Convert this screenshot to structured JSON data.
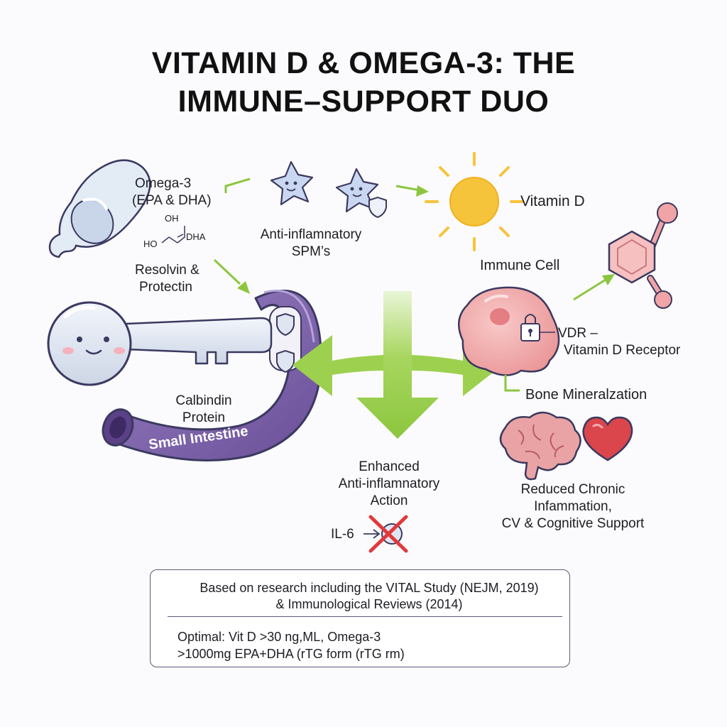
{
  "title": {
    "line1": "VITAMIN D & OMEGA-3: THE",
    "line2": "IMMUNE–SUPPORT DUO"
  },
  "omega3": {
    "name": "Omega-3",
    "subtitle": "(EPA & DHA)",
    "chem_oh": "OH",
    "chem_ho": "HO",
    "chem_dha": "DHA",
    "metabolites_line1": "Resolvin &",
    "metabolites_line2": "Protectin"
  },
  "spm": {
    "line1": "Anti-inflamnatory",
    "line2": "SPM’s"
  },
  "vitamin_d": {
    "label": "Vitamin D"
  },
  "immune": {
    "cell_label": "Immune Cell",
    "vdr_line1": "VDR –",
    "vdr_line2": "Vitamin D Receptor",
    "bone": "Bone Mineralzation"
  },
  "intestine": {
    "protein_line1": "Calbindin",
    "protein_line2": "Protein",
    "organ": "Small Intestine"
  },
  "enhanced": {
    "line1": "Enhanced",
    "line2": "Anti-inflamnatory",
    "line3": "Action",
    "il6": "IL-6"
  },
  "outcomes": {
    "line1": "Reduced Chronic",
    "line2": "Infammation,",
    "line3": "CV & Cognitive Support"
  },
  "reference": {
    "line1": "Based on research including the VITAL Study (NEJM, 2019)",
    "line2": "& Immunological Reviews (2014)",
    "dose_line1": "Optimal: Vit D >30 ng,ML, Omega-3",
    "dose_line2": ">1000mg EPA+DHA (rTG form (rTG rm)"
  },
  "colors": {
    "intestine_purple": "#7a5fa8",
    "arrow_green": "#8cc63f",
    "sun_yellow": "#f6c43a",
    "cell_pink": "#f1a3a6",
    "key_blue": "#dfe6f2",
    "heart_red": "#d9434a",
    "brain_pink": "#e59a9b",
    "outline": "#3b3960"
  },
  "icons": [
    "capsule-icon",
    "star-cell-icon",
    "sun-icon",
    "molecule-icon",
    "key-icon",
    "shield-icon",
    "lock-icon",
    "brain-icon",
    "heart-icon",
    "book-icon",
    "cross-icon"
  ]
}
